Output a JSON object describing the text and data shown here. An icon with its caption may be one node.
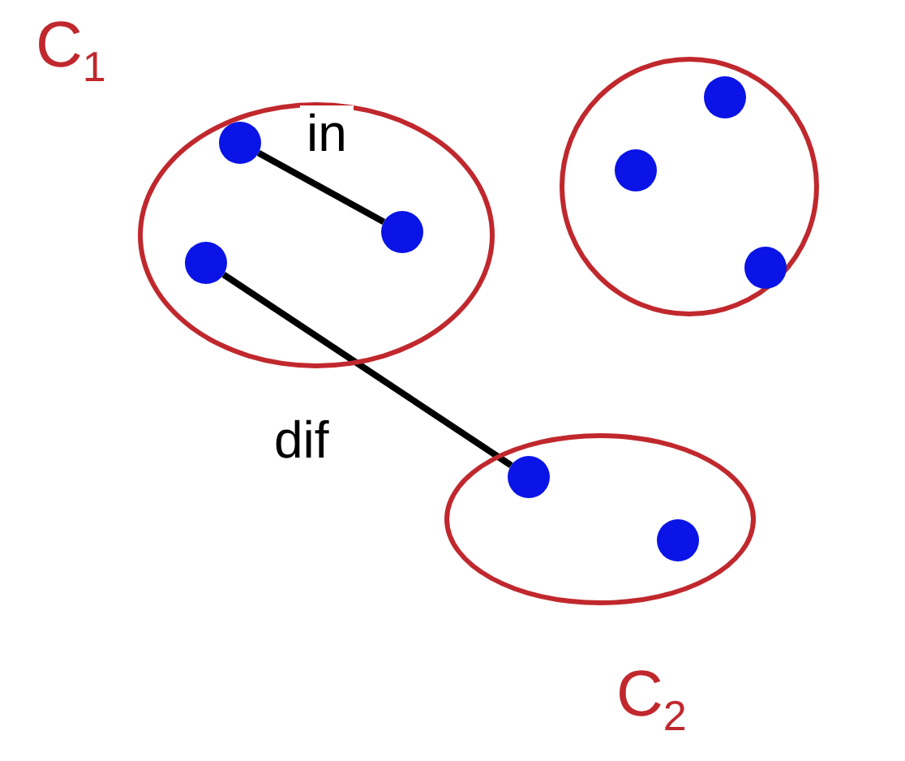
{
  "diagram": {
    "nodes": [
      {
        "text": [],
        "shape": "ellipse",
        "beside": [
          "C$_{1}$"
        ]
      },
      {
        "text": [],
        "shape": "circle",
        "in": 0
      },
      {
        "text": [],
        "shape": "circle",
        "in": 0
      },
      {
        "text": [],
        "shape": "circle",
        "in": 0
      },
      {
        "text": [],
        "shape": "circle"
      },
      {
        "text": [],
        "shape": "circle",
        "in": 4
      },
      {
        "text": [],
        "shape": "circle",
        "in": 4
      },
      {
        "text": [],
        "shape": "circle",
        "in": 4
      },
      {
        "text": [],
        "shape": "ellipse",
        "beside": [
          "C$_{2}$"
        ]
      },
      {
        "text": [],
        "shape": "circle",
        "in": 8
      },
      {
        "text": [],
        "shape": "circle",
        "in": 8
      }
    ],
    "edges": [
      {
        "from": 1,
        "to": 2,
        "arrow": "none",
        "label": "in"
      },
      {
        "from": 3,
        "to": 9,
        "arrow": "none",
        "label": "dif"
      }
    ]
  }
}
